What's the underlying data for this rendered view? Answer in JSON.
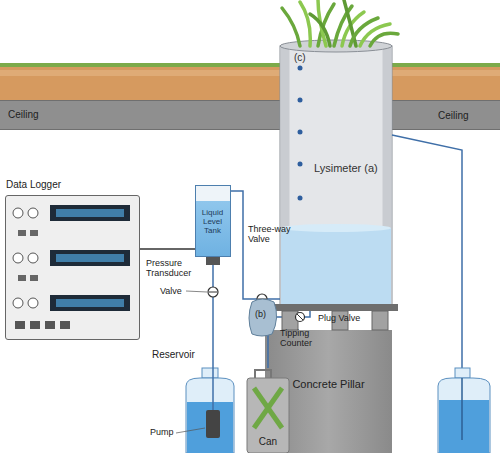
{
  "diagram": {
    "nodes": [
      {
        "text": [
          "Ceiling"
        ]
      },
      {
        "text": [
          "Ceiling"
        ]
      },
      {
        "text": [
          "(c)",
          "Lysimeter (a)"
        ]
      },
      {
        "text": [
          "Data Logger"
        ]
      },
      {
        "text": [
          "Liquid Level Tank"
        ]
      },
      {
        "text": [
          "Concrete Pillar"
        ]
      },
      {
        "text": [
          "Reservoir"
        ]
      },
      {
        "text": [
          "Can"
        ]
      }
    ],
    "edges": [
      {
        "from": 4,
        "to": 2,
        "arrow": "none"
      },
      {
        "from": 6,
        "to": 4,
        "arrow": "none"
      },
      {
        "from": 4,
        "to": 3,
        "arrow": "none"
      },
      {
        "from": 2,
        "to": 7,
        "arrow": "none"
      }
    ],
    "labels": [
      "Three-way Valve",
      "Pressure Transducer",
      "Valve",
      "(b)",
      "Plug Valve",
      "Tipping Counter",
      "Pump"
    ]
  }
}
